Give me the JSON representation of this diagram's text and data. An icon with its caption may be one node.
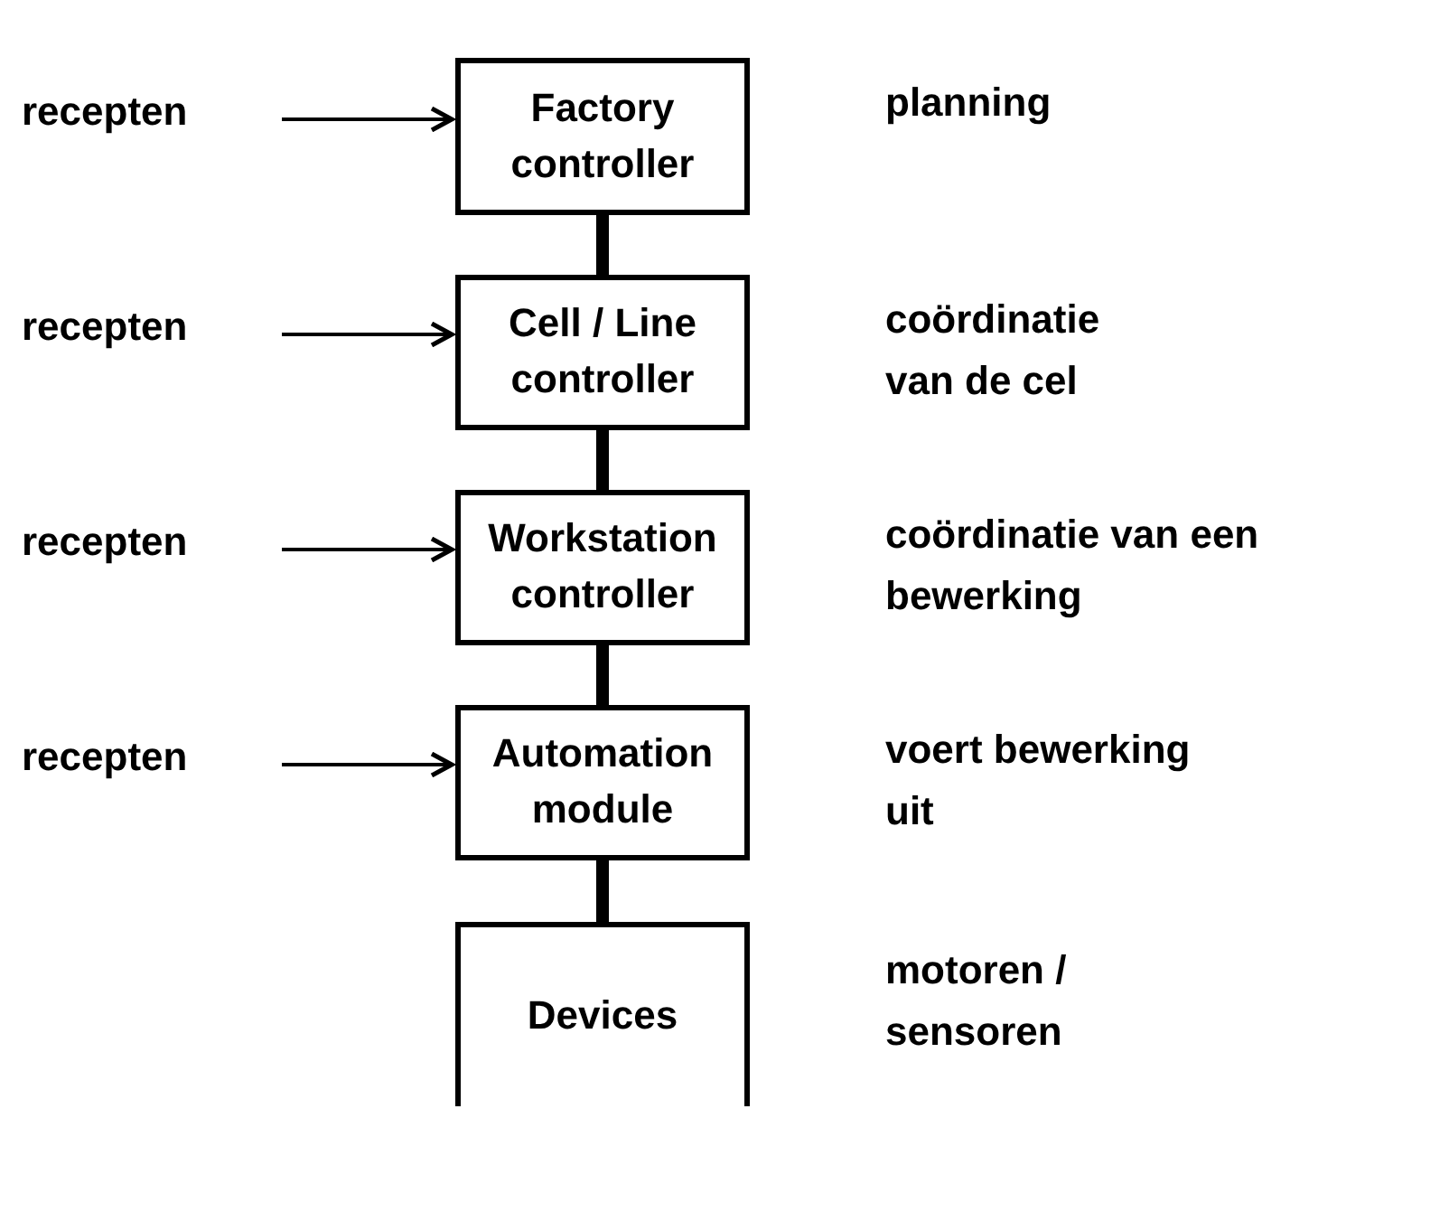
{
  "diagram": {
    "nodes": [
      {
        "text": [
          "recepten"
        ]
      },
      {
        "text": [
          "Factory controller"
        ],
        "beside": [
          "planning"
        ]
      },
      {
        "text": [
          "recepten"
        ]
      },
      {
        "text": [
          "Cell / Line controller"
        ],
        "beside": [
          "coördinatie van de cel"
        ]
      },
      {
        "text": [
          "recepten"
        ]
      },
      {
        "text": [
          "Workstation controller"
        ],
        "beside": [
          "coördinatie van een bewerking"
        ]
      },
      {
        "text": [
          "recepten"
        ]
      },
      {
        "text": [
          "Automation module"
        ],
        "beside": [
          "voert bewerking uit"
        ]
      },
      {
        "text": [
          "Devices"
        ],
        "beside": [
          "motoren / sensoren"
        ]
      }
    ],
    "edges": [
      {
        "from": 0,
        "to": 1,
        "arrow": "to"
      },
      {
        "from": 1,
        "to": 3,
        "arrow": "none",
        "style": "thick"
      },
      {
        "from": 2,
        "to": 3,
        "arrow": "to"
      },
      {
        "from": 3,
        "to": 5,
        "arrow": "none",
        "style": "thick"
      },
      {
        "from": 4,
        "to": 5,
        "arrow": "to"
      },
      {
        "from": 5,
        "to": 7,
        "arrow": "none",
        "style": "thick"
      },
      {
        "from": 6,
        "to": 7,
        "arrow": "to"
      },
      {
        "from": 7,
        "to": 8,
        "arrow": "none",
        "style": "thick"
      }
    ]
  }
}
